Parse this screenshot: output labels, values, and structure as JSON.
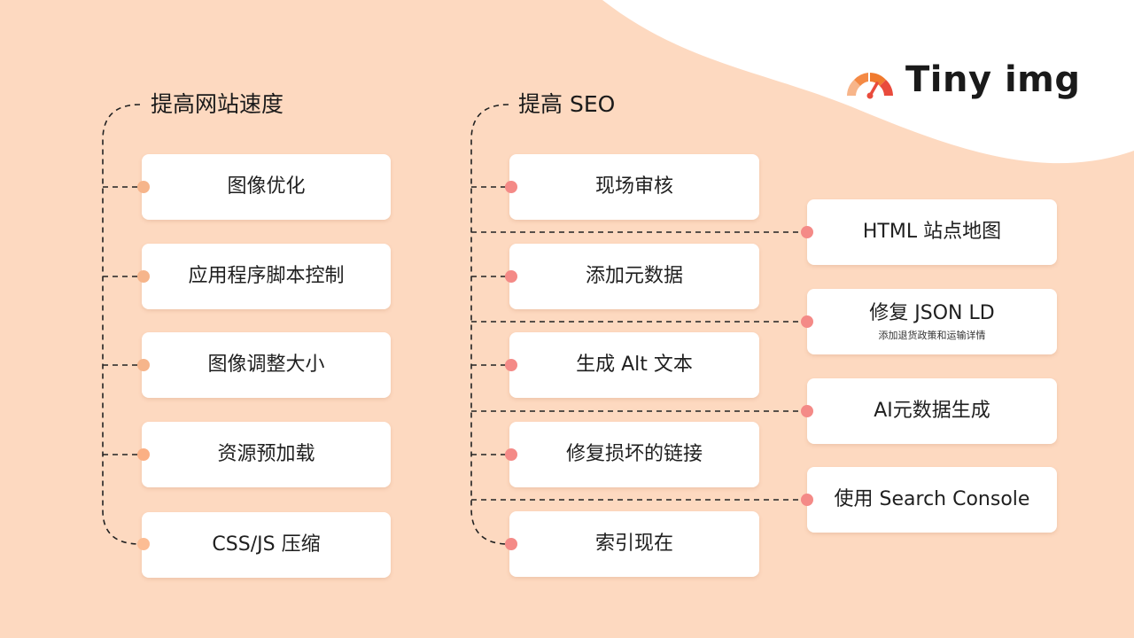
{
  "brand": {
    "name": "Tiny img",
    "colors": {
      "orange": "#f07a2e",
      "coral": "#e94b3c",
      "peach": "#f7b58a",
      "dark": "#1a1a1a"
    }
  },
  "colors": {
    "background": "#fdd9c0",
    "card": "#ffffff",
    "dot_speed": "#f6b58b",
    "dot_seo": "#f48a87",
    "connector": "#222222"
  },
  "speed": {
    "title": "提高网站速度",
    "items": [
      {
        "label": "图像优化"
      },
      {
        "label": "应用程序脚本控制"
      },
      {
        "label": "图像调整大小"
      },
      {
        "label": "资源预加载"
      },
      {
        "label": "CSS/JS 压缩"
      }
    ]
  },
  "seo": {
    "title": "提高 SEO",
    "items": [
      {
        "label": "现场审核"
      },
      {
        "label": "添加元数据"
      },
      {
        "label": "生成 Alt 文本"
      },
      {
        "label": "修复损坏的链接"
      },
      {
        "label": "索引现在"
      }
    ],
    "extra_items": [
      {
        "label": "HTML 站点地图"
      },
      {
        "label": "修复 JSON LD",
        "sub": "添加退货政策和运输详情"
      },
      {
        "label": "AI元数据生成"
      },
      {
        "label": "使用 Search Console"
      }
    ]
  }
}
